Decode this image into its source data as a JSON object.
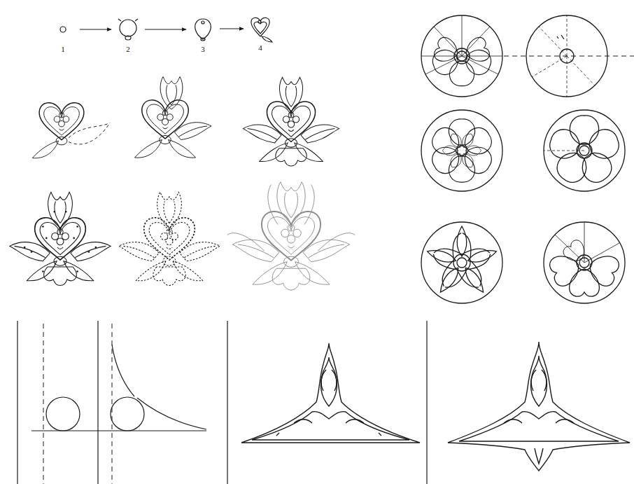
{
  "diagram": {
    "nodes": [
      {
        "text": [
          "1"
        ]
      },
      {
        "text": [
          "2"
        ]
      },
      {
        "text": [
          "3"
        ]
      },
      {
        "text": [
          "4"
        ]
      }
    ],
    "edges": [
      {
        "from": 0,
        "to": 1,
        "arrow": "to"
      },
      {
        "from": 1,
        "to": 2,
        "arrow": "to"
      },
      {
        "from": 2,
        "to": 3,
        "arrow": "to"
      }
    ]
  }
}
